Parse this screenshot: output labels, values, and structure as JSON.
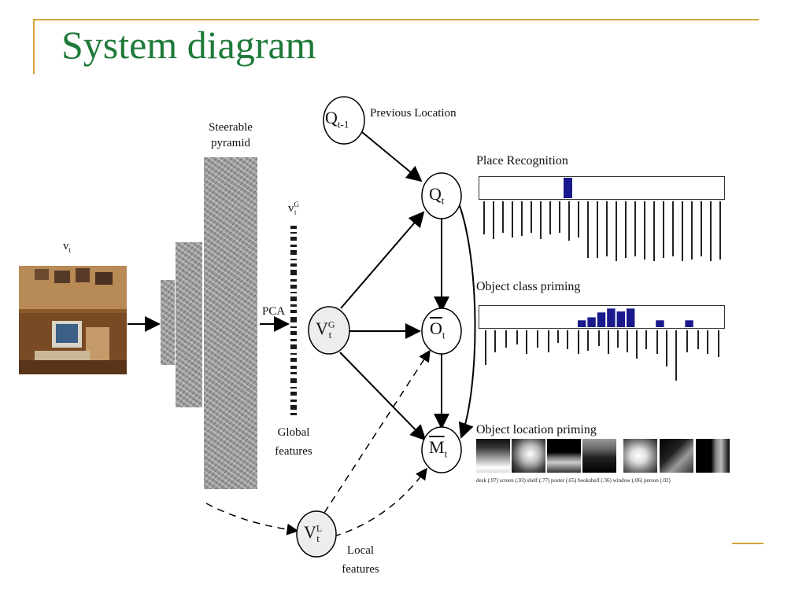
{
  "slide": {
    "title": "System diagram",
    "accent_color": "#d4a43a",
    "title_color": "#1f7a3a"
  },
  "labels": {
    "vt": "v",
    "vt_sub": "t",
    "steerable1": "Steerable",
    "steerable2": "pyramid",
    "pca": "PCA",
    "vtg": "v",
    "vtg_sup": "G",
    "vtg_sub": "t",
    "global1": "Global",
    "global2": "features",
    "local1": "Local",
    "local2": "features",
    "previous": "Previous Location"
  },
  "nodes": {
    "q_prev": {
      "main": "Q",
      "sub": "t-1"
    },
    "q_t": {
      "main": "Q",
      "sub": "t"
    },
    "v_g": {
      "main": "V",
      "sup": "G",
      "sub": "t"
    },
    "o_t": {
      "main": "O",
      "sub": "t"
    },
    "m_t": {
      "main": "M",
      "sub": "t"
    },
    "v_l": {
      "main": "V",
      "sup": "L",
      "sub": "t"
    }
  },
  "panels": {
    "place": {
      "title": "Place Recognition",
      "highlight_index": 8,
      "bar_count": 25,
      "bar_color": "#1a1a8c"
    },
    "object_class": {
      "title": "Object class priming",
      "bar_color": "#1a1a8c",
      "values": [
        0,
        0,
        0,
        0,
        0,
        0,
        0,
        0,
        0,
        0,
        0.35,
        0.5,
        0.75,
        0.95,
        0.8,
        0.95,
        0,
        0,
        0.35,
        0,
        0,
        0.35,
        0,
        0,
        0
      ]
    },
    "object_location": {
      "title": "Object location priming",
      "caption": "desk (.97) screen (.93) shelf (.77) poster (.65) bookshelf (.36) window (.06) person (.02)"
    }
  }
}
